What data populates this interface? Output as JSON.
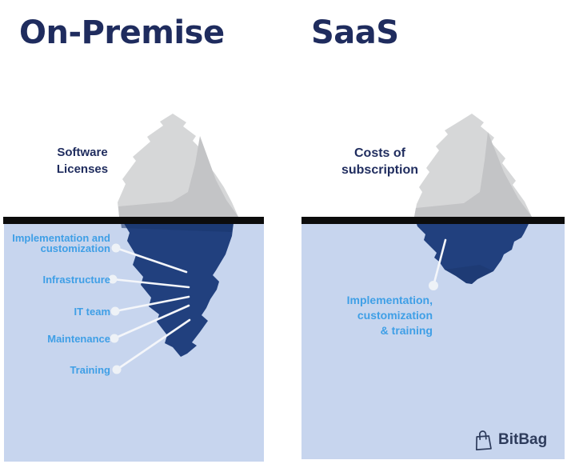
{
  "titles": {
    "left": "On-Premise",
    "right": "SaaS"
  },
  "left_panel": {
    "visible_cost": {
      "lines": [
        "Software",
        "Licenses"
      ]
    },
    "hidden_costs": [
      {
        "lines": [
          "Implementation and",
          "customization"
        ]
      },
      {
        "lines": [
          "Infrastructure"
        ]
      },
      {
        "lines": [
          "IT team"
        ]
      },
      {
        "lines": [
          "Maintenance"
        ]
      },
      {
        "lines": [
          "Training"
        ]
      }
    ]
  },
  "right_panel": {
    "visible_cost": {
      "lines": [
        "Costs of",
        "subscription"
      ]
    },
    "hidden_costs": [
      {
        "lines": [
          "Implementation,",
          "customization",
          "& training"
        ]
      }
    ]
  },
  "branding": {
    "logo_text": "BitBag",
    "logo_icon": "shopping-bag-icon"
  },
  "colors": {
    "background": "#ffffff",
    "water": "#c7d5ee",
    "waterline_bar": "#0c0c0c",
    "iceberg_above_light": "#d6d7d8",
    "iceberg_above_shadow": "#c3c4c6",
    "iceberg_below_navy": "#21407e",
    "iceberg_below_dark": "#1a356b",
    "title_navy": "#1f2c5e",
    "hidden_label_blue": "#3f9fe6",
    "connector_white": "#f4f6fa",
    "brand_navy": "#2e3c5c"
  }
}
